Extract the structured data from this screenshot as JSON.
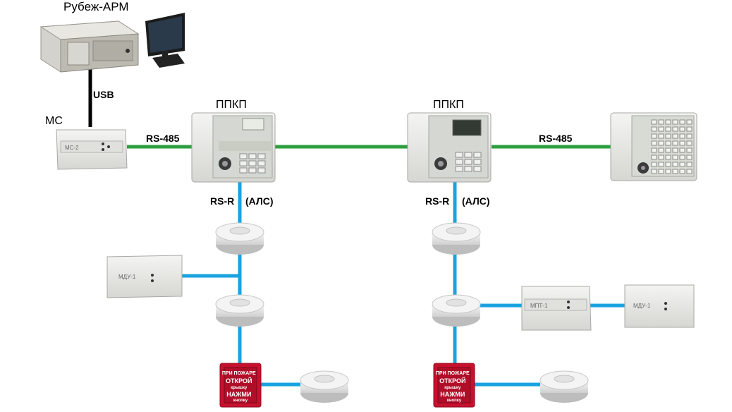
{
  "labels": {
    "arm": "Рубеж-АРМ",
    "usb": "USB",
    "ms": "МС",
    "rs485_left": "RS-485",
    "rs485_right": "RS-485",
    "ppkp_left": "ППКП",
    "ppkp_right": "ППКП",
    "rsr_left": "RS-R",
    "als_left": "(АЛС)",
    "rsr_right": "RS-R",
    "als_right": "(АЛС)"
  },
  "device_text": {
    "ms2": "МС-2",
    "mdu_left": "МДУ-1",
    "mdu_right": "МДУ-1",
    "mpt": "МПТ-1",
    "callpoint_left": [
      "ПРИ ПОЖАРЕ",
      "ОТКРОЙ",
      "крышку",
      "НАЖМИ",
      "кнопку"
    ],
    "callpoint_right": [
      "ПРИ ПОЖАРЕ",
      "ОТКРОЙ",
      "крышку",
      "НАЖМИ",
      "кнопку"
    ]
  },
  "colors": {
    "usb_line": "#000000",
    "rs485_line": "#2f9e41",
    "rsr_line": "#1aa3e0",
    "device_body": "#e6e6e3",
    "callpoint_red": "#c8102e"
  }
}
